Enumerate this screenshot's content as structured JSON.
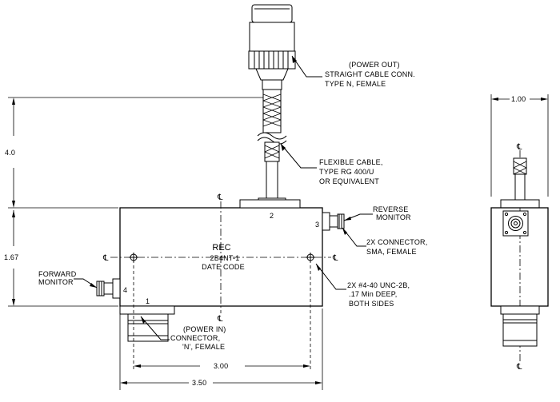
{
  "labels": {
    "power_out": [
      "(POWER OUT)",
      "STRAIGHT CABLE CONN.",
      "TYPE N, FEMALE"
    ],
    "flexible_cable": [
      "FLEXIBLE CABLE,",
      "TYPE RG 400/U",
      "OR EQUIVALENT"
    ],
    "reverse_monitor": [
      "REVERSE",
      "MONITOR"
    ],
    "sma_connector": [
      "2X CONNECTOR,",
      "SMA, FEMALE"
    ],
    "forward_monitor": [
      "FORWARD",
      "MONITOR"
    ],
    "mounting_holes": [
      "2X #4-40 UNC-2B,",
      ".17 Min DEEP,",
      "BOTH SIDES"
    ],
    "power_in": [
      "(POWER IN)",
      "CONNECTOR,",
      "'N', FEMALE"
    ],
    "body": {
      "title": "REC",
      "part_number": "2B4NT-1",
      "date_code": "DATE CODE"
    },
    "ports": {
      "p1": "1",
      "p2": "2",
      "p3": "3",
      "p4": "4"
    },
    "centerline_symbol": "℄"
  },
  "dimensions": {
    "height_cable": "4.0",
    "height_body": "1.67",
    "width_holes": "3.00",
    "width_body": "3.50",
    "side_width": "1.00"
  }
}
